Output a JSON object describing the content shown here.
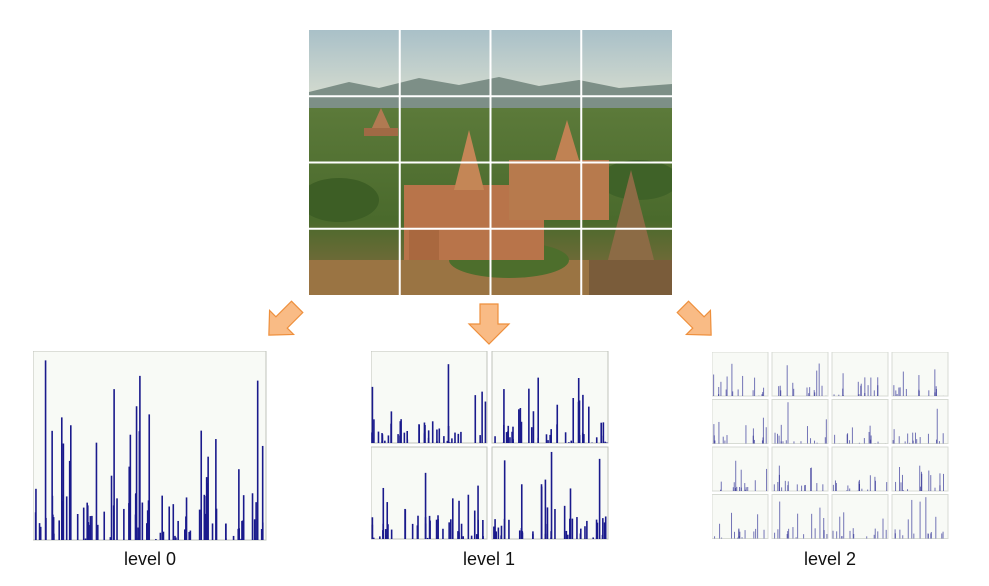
{
  "figure": {
    "image_subject": "pagoda-landscape-photo",
    "grid": {
      "rows": 4,
      "cols": 4
    },
    "arrow_color": "#f7a35c",
    "histogram_color": "#1a1a8c",
    "panel_bg": "#f8faf6"
  },
  "levels": [
    {
      "label": "level 0",
      "grid": 1
    },
    {
      "label": "level 1",
      "grid": 2
    },
    {
      "label": "level 2",
      "grid": 4
    }
  ]
}
